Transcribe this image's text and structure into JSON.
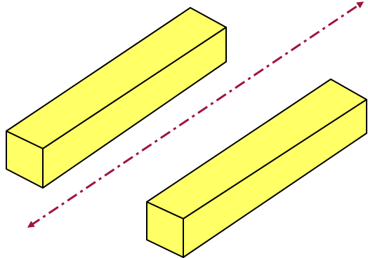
{
  "diagram": {
    "colors": {
      "prism_fill": "#FFFF66",
      "prism_edge": "#000000",
      "arrow": "#A0143C",
      "background": "#FFFFFF"
    },
    "elements": [
      {
        "kind": "rectangular-prism",
        "role": "upper-left-bar"
      },
      {
        "kind": "rectangular-prism",
        "role": "lower-right-bar"
      },
      {
        "kind": "double-headed-arrow",
        "line_style": "dash-dot",
        "role": "axis-between-bars"
      }
    ]
  }
}
